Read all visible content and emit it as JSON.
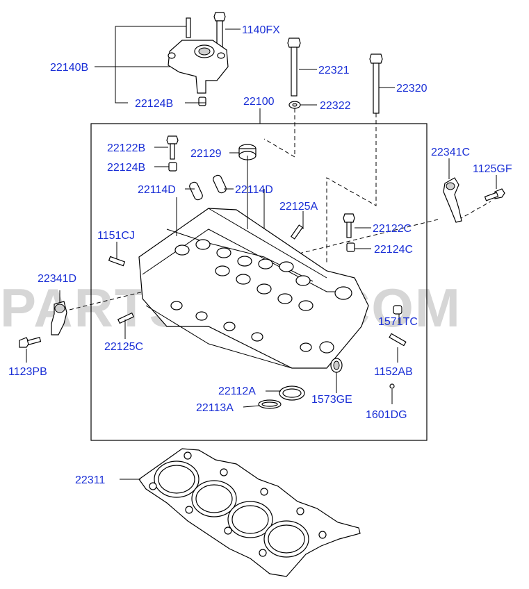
{
  "watermark": "PARTSOUQ.COM",
  "colors": {
    "callout": "#1a2fd6",
    "line": "#000000",
    "watermark": "#d6d6d6"
  },
  "labels": {
    "p1140FX": "1140FX",
    "p22140B": "22140B",
    "p22124B_top": "22124B",
    "p22321": "22321",
    "p22322": "22322",
    "p22320": "22320",
    "p22100": "22100",
    "p22122B": "22122B",
    "p22124B": "22124B",
    "p22129": "22129",
    "p22114D_left": "22114D",
    "p22114D_right": "22114D",
    "p22341C": "22341C",
    "p1125GF": "1125GF",
    "p22125A": "22125A",
    "p22122C": "22122C",
    "p22124C": "22124C",
    "p1151CJ": "1151CJ",
    "p22341D": "22341D",
    "p1571TC": "1571TC",
    "p22125C": "22125C",
    "p1123PB": "1123PB",
    "p1152AB": "1152AB",
    "p22112A": "22112A",
    "p1573GE": "1573GE",
    "p22113A": "22113A",
    "p1601DG": "1601DG",
    "p22311": "22311"
  }
}
